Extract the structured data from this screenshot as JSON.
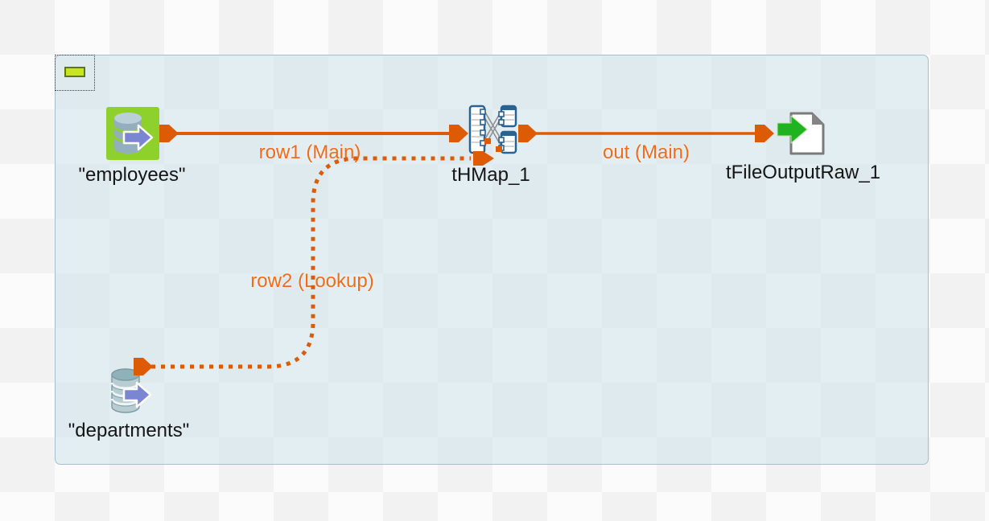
{
  "canvas": {
    "subjob": {
      "collapse_button": "collapse-subjob"
    },
    "nodes": [
      {
        "id": "employees",
        "label": "\"employees\"",
        "type": "database-input",
        "icon": "database-green-icon"
      },
      {
        "id": "tHMap_1",
        "label": "tHMap_1",
        "type": "hierarchical-map",
        "icon": "map-tables-icon"
      },
      {
        "id": "tFileOutputRaw_1",
        "label": "tFileOutputRaw_1",
        "type": "file-output-raw",
        "icon": "file-output-icon"
      },
      {
        "id": "departments",
        "label": "\"departments\"",
        "type": "database-input",
        "icon": "database-icon"
      }
    ],
    "connections": [
      {
        "label": "row1 (Main)",
        "style": "solid",
        "from": "employees",
        "to": "tHMap_1"
      },
      {
        "label": "out (Main)",
        "style": "solid",
        "from": "tHMap_1",
        "to": "tFileOutputRaw_1"
      },
      {
        "label": "row2 (Lookup)",
        "style": "dotted",
        "from": "departments",
        "to": "tHMap_1"
      }
    ],
    "colors": {
      "wire_orange": "#de5b05",
      "label_orange": "#ee6c1a",
      "node_label": "#151515",
      "panel_fill": "rgba(211,229,238,0.62)",
      "panel_border": "#a5bed0",
      "employees_green": "#8ed02c",
      "collapse_green": "#c9e51e"
    }
  }
}
